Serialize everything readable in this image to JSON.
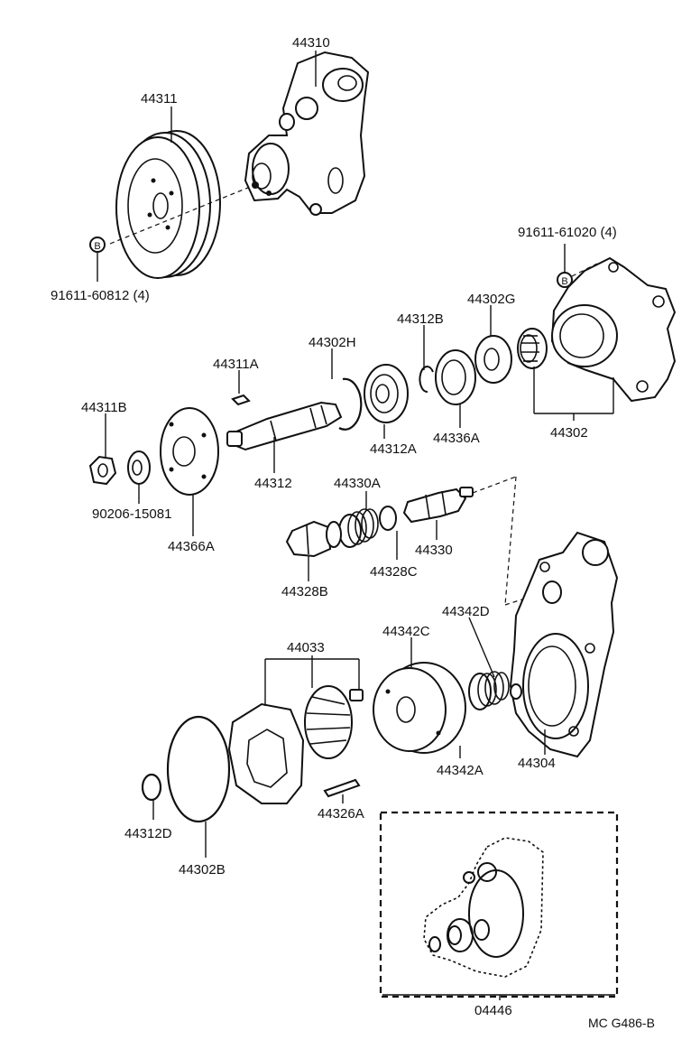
{
  "labels": {
    "p44310": "44310",
    "p44311": "44311",
    "bolt_b_left": "91611-60812 (4)",
    "bolt_b_right": "91611-61020 (4)",
    "bolt_marker": "B",
    "p44302G": "44302G",
    "p44312B": "44312B",
    "p44302H": "44302H",
    "p44311A": "44311A",
    "p44311B": "44311B",
    "p44312A": "44312A",
    "p44336A": "44336A",
    "p44302": "44302",
    "p44312": "44312",
    "p44330A": "44330A",
    "washer_90206": "90206-15081",
    "p44366A": "44366A",
    "p44330": "44330",
    "p44328C": "44328C",
    "p44328B": "44328B",
    "p44342D": "44342D",
    "p44033": "44033",
    "p44342C": "44342C",
    "p44342A": "44342A",
    "p44304": "44304",
    "p44326A": "44326A",
    "p44312D": "44312D",
    "p44302B": "44302B",
    "p04446": "04446",
    "diagram_code": "MC G486-B"
  }
}
